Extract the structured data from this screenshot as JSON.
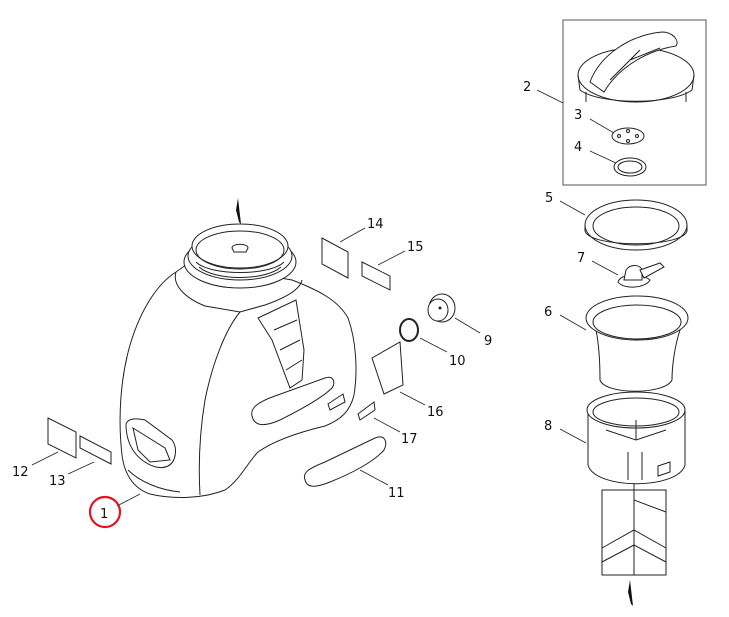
{
  "diagram": {
    "highlight_color": "#e0141e",
    "highlighted_part": "1",
    "callouts": [
      {
        "id": "1",
        "label": "1"
      },
      {
        "id": "2",
        "label": "2"
      },
      {
        "id": "3",
        "label": "3"
      },
      {
        "id": "4",
        "label": "4"
      },
      {
        "id": "5",
        "label": "5"
      },
      {
        "id": "6",
        "label": "6"
      },
      {
        "id": "7",
        "label": "7"
      },
      {
        "id": "8",
        "label": "8"
      },
      {
        "id": "9",
        "label": "9"
      },
      {
        "id": "10",
        "label": "10"
      },
      {
        "id": "11",
        "label": "11"
      },
      {
        "id": "12",
        "label": "12"
      },
      {
        "id": "13",
        "label": "13"
      },
      {
        "id": "14",
        "label": "14"
      },
      {
        "id": "15",
        "label": "15"
      },
      {
        "id": "16",
        "label": "16"
      },
      {
        "id": "17",
        "label": "17"
      }
    ]
  }
}
